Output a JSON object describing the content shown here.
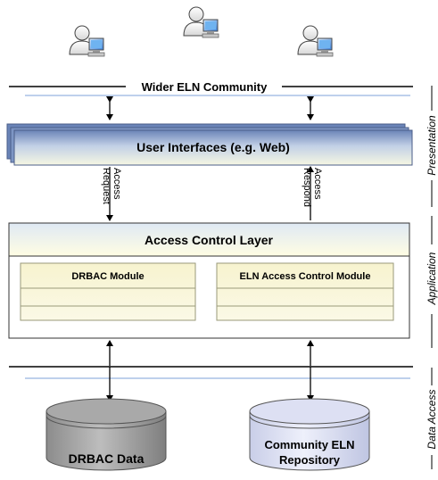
{
  "diagram": {
    "community": {
      "label": "Wider ELN Community",
      "user_count": 3
    },
    "user_interfaces": {
      "label": "User Interfaces (e.g. Web)"
    },
    "flows": {
      "request": {
        "lines": [
          "Access",
          "Request"
        ]
      },
      "respond": {
        "lines": [
          "Access",
          "Respond"
        ]
      }
    },
    "access_control": {
      "label": "Access Control Layer",
      "modules": [
        {
          "label": "DRBAC Module"
        },
        {
          "label": "ELN Access Control Module"
        }
      ]
    },
    "stores": [
      {
        "lines": [
          "DRBAC Data"
        ],
        "color": "#a9a9a9"
      },
      {
        "lines": [
          "Community ELN",
          "Repository"
        ],
        "color": "#dde0f3"
      }
    ],
    "layers": [
      {
        "label": "Presentation"
      },
      {
        "label": "Application"
      },
      {
        "label": "Data Access"
      }
    ],
    "colors": {
      "ui_gradient_top": "#6a84b8",
      "ui_gradient_bottom": "#f6f7e3",
      "layer_gradient_top": "#dfe9f4",
      "layer_gradient_bottom": "#fffde3",
      "blue_line": "#a9c1e6"
    }
  }
}
